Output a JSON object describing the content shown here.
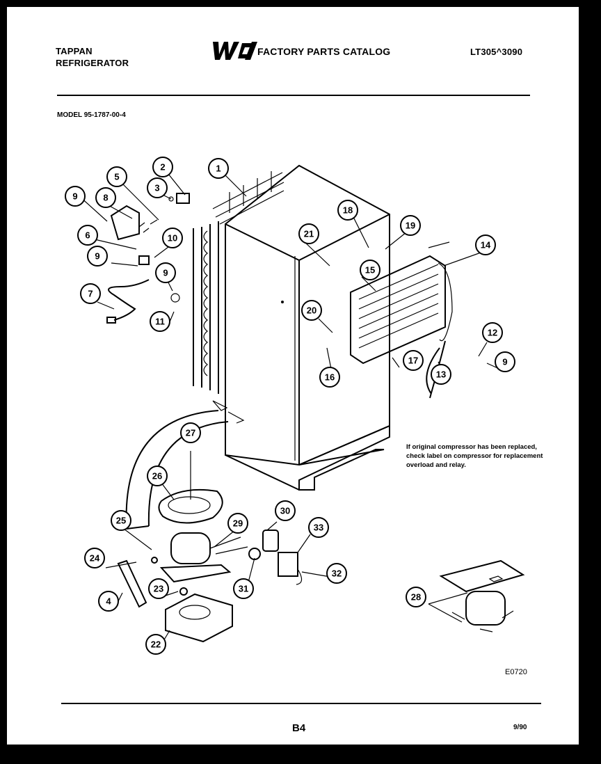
{
  "header": {
    "brand_line1": "TAPPAN",
    "brand_line2": "REFRIGERATOR",
    "logo_text": "WCI",
    "catalog_title": "FACTORY PARTS CATALOG",
    "catalog_number": "LT305^3090"
  },
  "model_label": "MODEL 95-1787-00-4",
  "note": "If original compressor has been replaced, check label on compressor for replacement overload and relay.",
  "footer": {
    "diagram_code": "E0720",
    "page_number": "B4",
    "date_code": "9/90"
  },
  "callouts": [
    "1",
    "2",
    "3",
    "5",
    "8",
    "9",
    "6",
    "9",
    "10",
    "9",
    "7",
    "11",
    "18",
    "19",
    "21",
    "14",
    "15",
    "20",
    "12",
    "9",
    "17",
    "13",
    "16",
    "27",
    "26",
    "25",
    "29",
    "30",
    "33",
    "24",
    "23",
    "31",
    "32",
    "4",
    "22",
    "28"
  ]
}
